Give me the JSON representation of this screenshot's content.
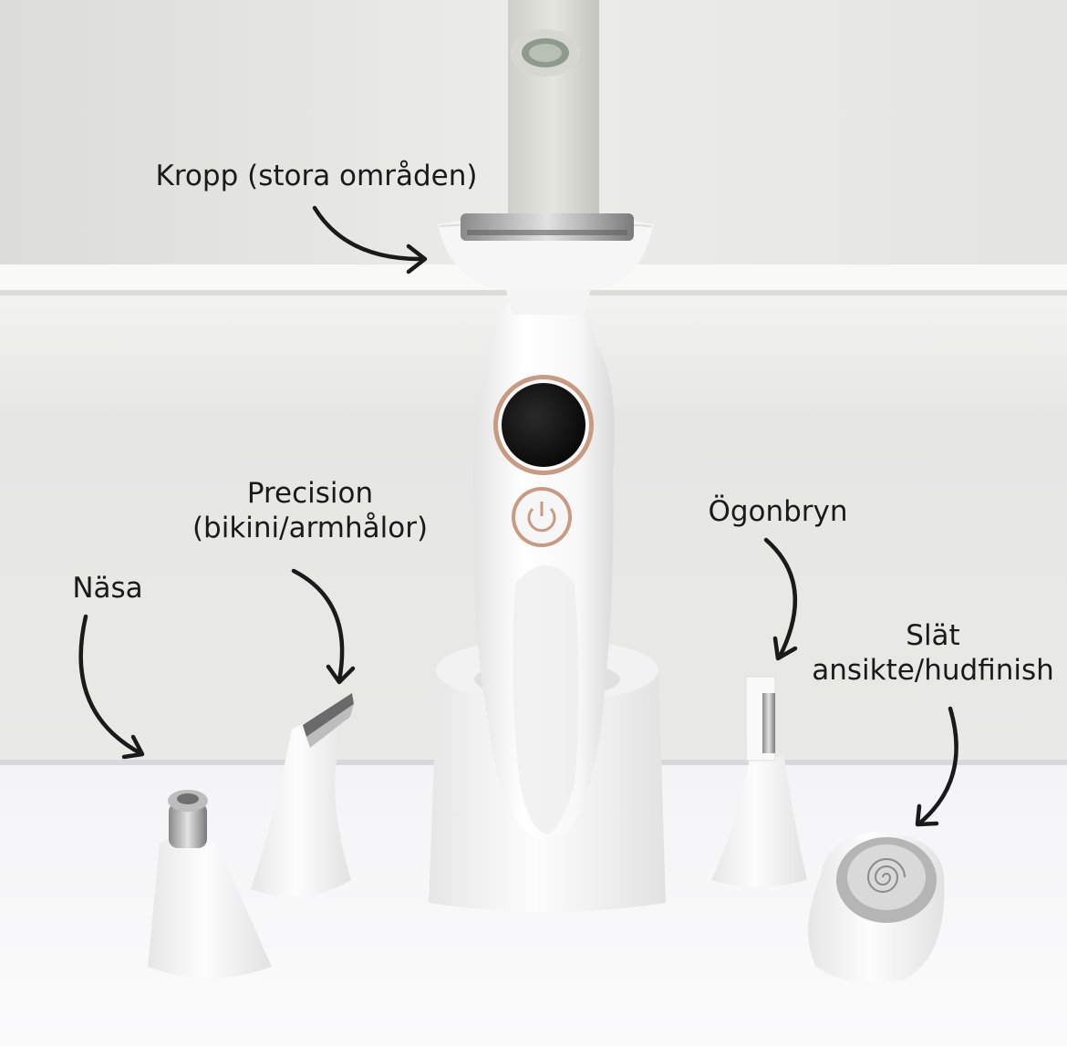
{
  "labels": {
    "body": "Kropp (stora områden)",
    "precision_line1": "Precision",
    "precision_line2": "(bikini/armhålor)",
    "nose": "Näsa",
    "eyebrows": "Ögonbryn",
    "smooth_line1": "Slät",
    "smooth_line2": "ansikte/hudfinish"
  },
  "colors": {
    "wall": "#e9e9e6",
    "bathtub": "#f3f3f1",
    "countertop": "#f7f7f8",
    "device_white": "#f8f8f8",
    "rose_gold": "#c99a82",
    "display": "#0d0d0d",
    "text": "#1a1a1a"
  }
}
